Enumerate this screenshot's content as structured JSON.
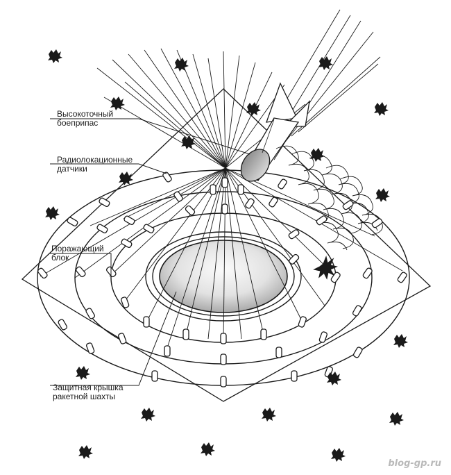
{
  "labels": {
    "munition_l1": "Высокоточный",
    "munition_l2": "боеприпас",
    "sensors_l1": "Радиолокационные",
    "sensors_l2": "датчики",
    "strike_l1": "Поражающий",
    "strike_l2": "блок",
    "lid_l1": "Защитная крышка",
    "lid_l2": "ракетной шахты"
  },
  "watermark": "blog-gp.ru",
  "colors": {
    "ink": "#1a1a1a",
    "lid_fill": "#e4e4e4",
    "watermark": "#b9b9b9"
  }
}
